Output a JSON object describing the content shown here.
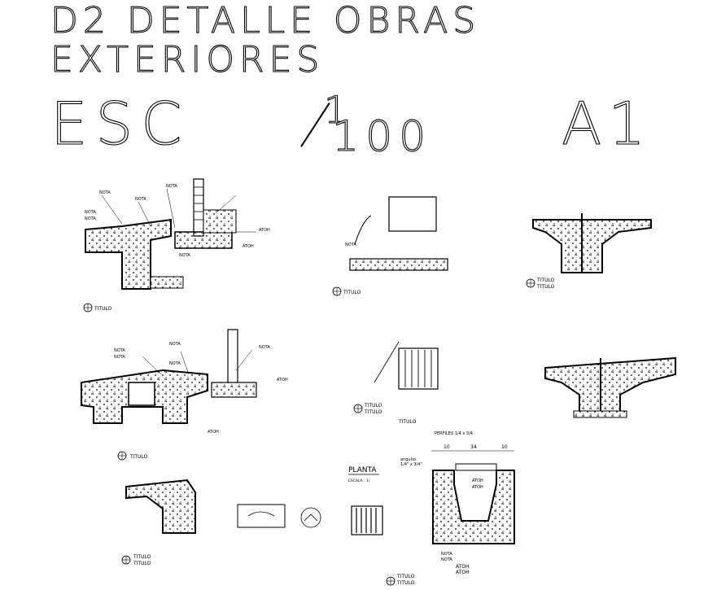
{
  "sheet": {
    "title_line1": "D2   DETALLE OBRAS",
    "title_line2": "EXTERIORES",
    "scale_prefix": "ESC",
    "scale_numerator": "1",
    "scale_denominator": "100",
    "paper_size": "A1"
  },
  "labels": {
    "nota": "NOTA",
    "atoh": "ATOH",
    "titulo": "TITULO",
    "planta": "PLANTA",
    "escala_1": "ESCALA : 1/",
    "perfiles": "PERFILES 1/4 x 3/4",
    "angulos": "angulos",
    "angulos_dim": "1/4\" x 3/4\"",
    "dim_10": "10",
    "dim_34": "34"
  }
}
